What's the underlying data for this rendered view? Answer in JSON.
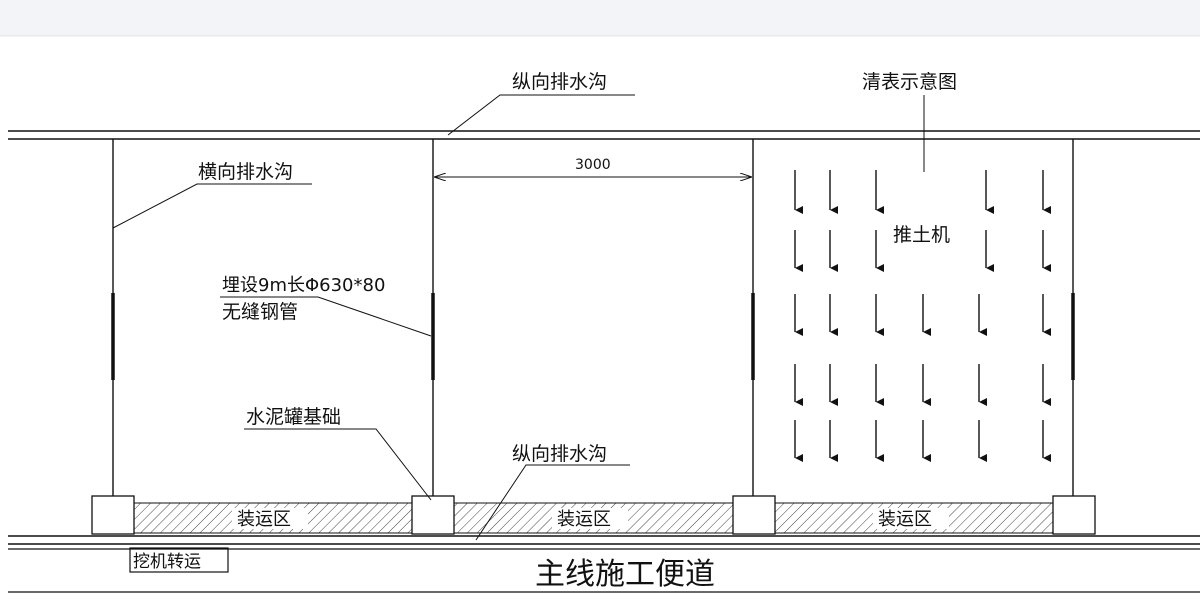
{
  "labels": {
    "longitudinal_ditch_top": "纵向排水沟",
    "clearing_diagram": "清表示意图",
    "transverse_ditch": "横向排水沟",
    "dimension": "3000",
    "bulldozer": "推土机",
    "pipe_line1": "埋设9m长Φ630*80",
    "pipe_line2": "无缝钢管",
    "cement_tank_foundation": "水泥罐基础",
    "longitudinal_ditch_bottom": "纵向排水沟",
    "loading_zone_1": "装运区",
    "loading_zone_2": "装运区",
    "loading_zone_3": "装运区",
    "excavator_transfer": "挖机转运",
    "main_road": "主线施工便道"
  },
  "colors": {
    "line": "#111111",
    "hatch": "#444444",
    "header_strip": "#f2f4f7"
  }
}
